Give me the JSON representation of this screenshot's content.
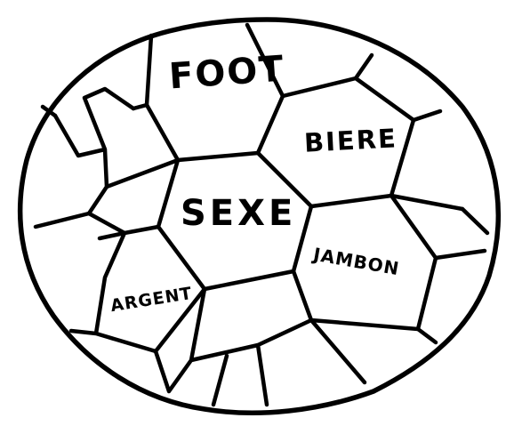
{
  "drawing": {
    "ink_color": "#000000",
    "paper_color": "#ffffff"
  },
  "labels": {
    "foot": "FOOT",
    "biere": "BIERE",
    "sexe": "SEXE",
    "jambon": "JAMBON",
    "argent": "ARGENT"
  }
}
